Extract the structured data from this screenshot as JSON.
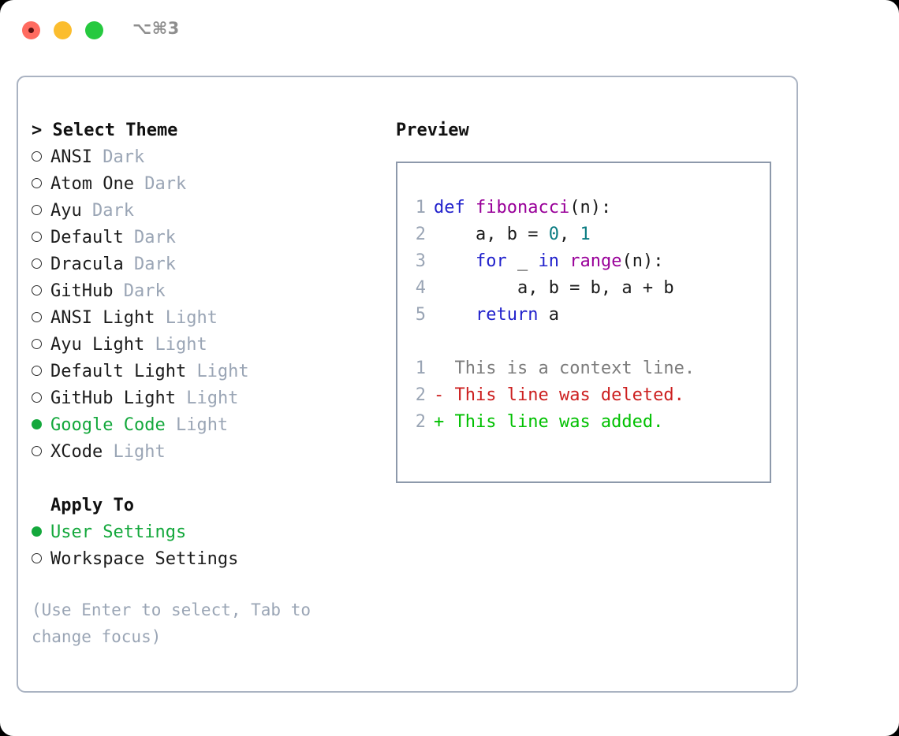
{
  "window": {
    "title": "⌥⌘3",
    "traffic_lights": [
      "close",
      "minimize",
      "maximize"
    ],
    "accent_green": "#14a83c",
    "border_color": "#aab3c2",
    "muted_color": "#9aa5b5"
  },
  "theme_picker": {
    "header": "> Select Theme",
    "options": [
      {
        "label": "ANSI",
        "tag": "Dark",
        "selected": false
      },
      {
        "label": "Atom One",
        "tag": "Dark",
        "selected": false
      },
      {
        "label": "Ayu",
        "tag": "Dark",
        "selected": false
      },
      {
        "label": "Default",
        "tag": "Dark",
        "selected": false
      },
      {
        "label": "Dracula",
        "tag": "Dark",
        "selected": false
      },
      {
        "label": "GitHub",
        "tag": "Dark",
        "selected": false
      },
      {
        "label": "ANSI Light",
        "tag": "Light",
        "selected": false
      },
      {
        "label": "Ayu Light",
        "tag": "Light",
        "selected": false
      },
      {
        "label": "Default Light",
        "tag": "Light",
        "selected": false
      },
      {
        "label": "GitHub Light",
        "tag": "Light",
        "selected": false
      },
      {
        "label": "Google Code",
        "tag": "Light",
        "selected": true
      },
      {
        "label": "XCode",
        "tag": "Light",
        "selected": false
      }
    ]
  },
  "apply_to": {
    "header": "Apply To",
    "options": [
      {
        "label": "User Settings",
        "selected": true
      },
      {
        "label": "Workspace Settings",
        "selected": false
      }
    ]
  },
  "hint": "(Use Enter to select, Tab to change focus)",
  "preview": {
    "header": "Preview",
    "code_lines": [
      {
        "no": "1",
        "tokens": [
          {
            "t": "def ",
            "c": "kw"
          },
          {
            "t": "fibonacci",
            "c": "fn"
          },
          {
            "t": "(n):",
            "c": "plain"
          }
        ]
      },
      {
        "no": "2",
        "tokens": [
          {
            "t": "    a, b = ",
            "c": "plain"
          },
          {
            "t": "0",
            "c": "num"
          },
          {
            "t": ", ",
            "c": "plain"
          },
          {
            "t": "1",
            "c": "num"
          }
        ]
      },
      {
        "no": "3",
        "tokens": [
          {
            "t": "    ",
            "c": "plain"
          },
          {
            "t": "for",
            "c": "kw"
          },
          {
            "t": " _ ",
            "c": "plain"
          },
          {
            "t": "in",
            "c": "kw"
          },
          {
            "t": " ",
            "c": "plain"
          },
          {
            "t": "range",
            "c": "fn"
          },
          {
            "t": "(n):",
            "c": "plain"
          }
        ]
      },
      {
        "no": "4",
        "tokens": [
          {
            "t": "        a, b = b, a + b",
            "c": "plain"
          }
        ]
      },
      {
        "no": "5",
        "tokens": [
          {
            "t": "    ",
            "c": "plain"
          },
          {
            "t": "return",
            "c": "kw"
          },
          {
            "t": " a",
            "c": "plain"
          }
        ]
      }
    ],
    "diff_lines": [
      {
        "no": "1",
        "marker": "  ",
        "text": "This is a context line.",
        "c": "ctx"
      },
      {
        "no": "2",
        "marker": "- ",
        "text": "This line was deleted.",
        "c": "del"
      },
      {
        "no": "2",
        "marker": "+ ",
        "text": "This line was added.",
        "c": "add"
      }
    ]
  }
}
